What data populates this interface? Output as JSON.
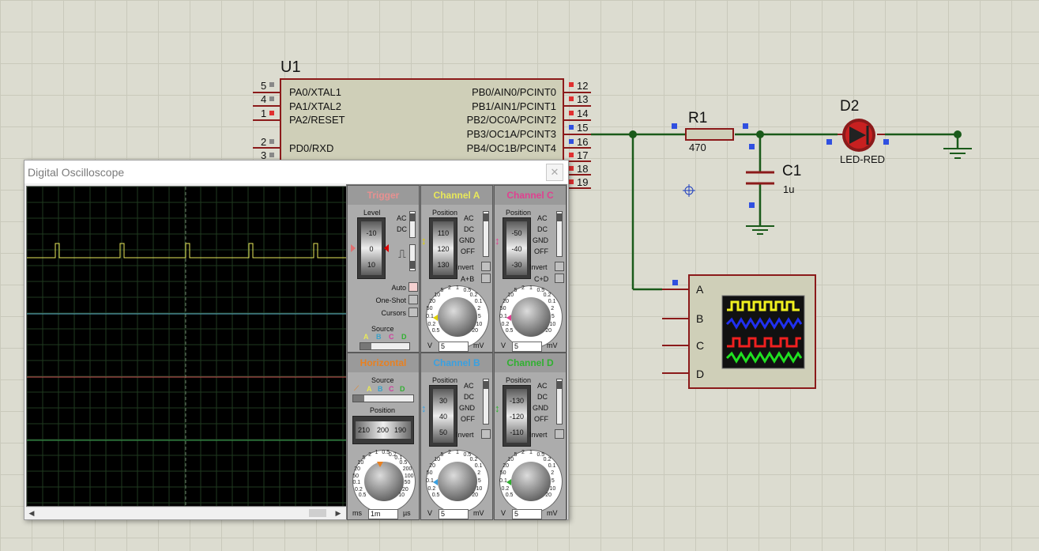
{
  "schematic": {
    "u1": {
      "ref": "U1",
      "pins_left": [
        {
          "num": "5",
          "name": "PA0/XTAL1"
        },
        {
          "num": "4",
          "name": "PA1/XTAL2"
        },
        {
          "num": "1",
          "name": "PA2/RESET"
        },
        {
          "num": "2",
          "name": "PD0/RXD"
        },
        {
          "num": "3",
          "name": ""
        }
      ],
      "pins_right": [
        {
          "num": "12",
          "name": "PB0/AIN0/PCINT0"
        },
        {
          "num": "13",
          "name": "PB1/AIN1/PCINT1"
        },
        {
          "num": "14",
          "name": "PB2/OC0A/PCINT2"
        },
        {
          "num": "15",
          "name": "PB3/OC1A/PCINT3"
        },
        {
          "num": "16",
          "name": "PB4/OC1B/PCINT4"
        },
        {
          "num": "17",
          "name": ""
        },
        {
          "num": "18",
          "name": ""
        },
        {
          "num": "19",
          "name": ""
        }
      ]
    },
    "r1": {
      "ref": "R1",
      "value": "470"
    },
    "c1": {
      "ref": "C1",
      "value": "1u"
    },
    "d2": {
      "ref": "D2",
      "value": "LED-RED"
    },
    "scope_inputs": [
      "A",
      "B",
      "C",
      "D"
    ]
  },
  "oscilloscope": {
    "title": "Digital Oscilloscope",
    "close_icon": "close-icon",
    "trace_colors": {
      "a": "#e8e85a",
      "b": "#5ab0c8",
      "c": "#c85050",
      "d": "#3aa050"
    },
    "trigger": {
      "title": "Trigger",
      "level_label": "Level",
      "drum": [
        "-10",
        "0",
        "10"
      ],
      "ac": "AC",
      "dc": "DC",
      "auto": "Auto",
      "one_shot": "One-Shot",
      "cursors": "Cursors",
      "source_label": "Source",
      "sources": [
        "A",
        "B",
        "C",
        "D"
      ]
    },
    "channel_a": {
      "title": "Channel A",
      "position_label": "Position",
      "drum": [
        "110",
        "120",
        "130"
      ],
      "modes": [
        "AC",
        "DC",
        "GND",
        "OFF"
      ],
      "invert": "Invert",
      "combine": "A+B",
      "unit_left": "V",
      "unit_right": "mV",
      "value": "5",
      "ticks": [
        "0.5",
        "0.2",
        "0.1",
        "50",
        "20",
        "10",
        "5",
        "2",
        "1",
        "0.5",
        "0.2",
        "0.1",
        "2",
        "5",
        "10",
        "20"
      ]
    },
    "channel_c": {
      "title": "Channel C",
      "position_label": "Position",
      "drum": [
        "-50",
        "-40",
        "-30"
      ],
      "modes": [
        "AC",
        "DC",
        "GND",
        "OFF"
      ],
      "invert": "Invert",
      "combine": "C+D",
      "unit_left": "V",
      "unit_right": "mV",
      "value": "5",
      "ticks": [
        "0.5",
        "0.2",
        "0.1",
        "50",
        "20",
        "10",
        "5",
        "2",
        "1",
        "0.5",
        "0.2",
        "0.1",
        "2",
        "5",
        "10",
        "20"
      ]
    },
    "horizontal": {
      "title": "Horizontal",
      "source_label": "Source",
      "sources": [
        "A",
        "B",
        "C",
        "D"
      ],
      "position_label": "Position",
      "position_values": [
        "210",
        "200",
        "190"
      ],
      "unit_left": "ms",
      "unit_right": "µs",
      "value": "1m",
      "ticks": [
        "0.5",
        "0.2",
        "0.1",
        "50",
        "20",
        "10",
        "5",
        "2",
        "1",
        "0.5",
        "0.2",
        "0.1",
        "0.5",
        "200",
        "100",
        "50",
        "20",
        "10"
      ]
    },
    "channel_b": {
      "title": "Channel B",
      "position_label": "Position",
      "drum": [
        "30",
        "40",
        "50"
      ],
      "modes": [
        "AC",
        "DC",
        "GND",
        "OFF"
      ],
      "invert": "Invert",
      "unit_left": "V",
      "unit_right": "mV",
      "value": "5",
      "ticks": [
        "0.5",
        "0.2",
        "0.1",
        "50",
        "20",
        "10",
        "5",
        "2",
        "1",
        "0.5",
        "0.2",
        "0.1",
        "2",
        "5",
        "10",
        "20"
      ]
    },
    "channel_d": {
      "title": "Channel D",
      "position_label": "Position",
      "drum": [
        "-130",
        "-120",
        "-110"
      ],
      "modes": [
        "AC",
        "DC",
        "GND",
        "OFF"
      ],
      "invert": "Invert",
      "unit_left": "V",
      "unit_right": "mV",
      "value": "5",
      "ticks": [
        "0.5",
        "0.2",
        "0.1",
        "50",
        "20",
        "10",
        "5",
        "2",
        "1",
        "0.5",
        "0.2",
        "0.1",
        "2",
        "5",
        "10",
        "20"
      ]
    }
  }
}
